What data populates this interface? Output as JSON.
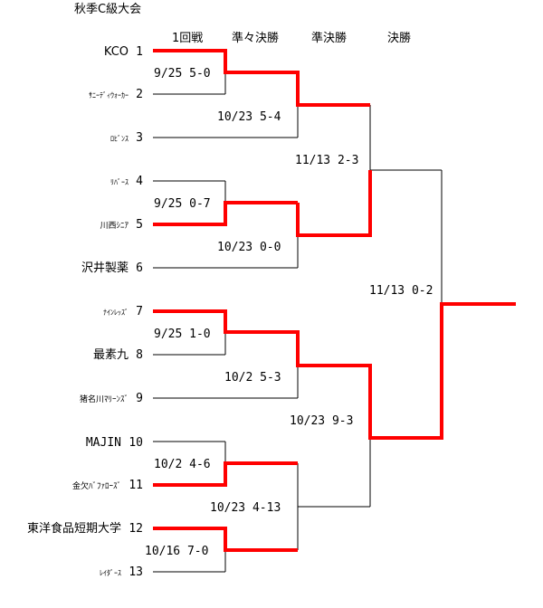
{
  "title": "秋季C級大会",
  "round_headers": [
    "1回戦",
    "準々決勝",
    "準決勝",
    "決勝"
  ],
  "teams": [
    {
      "seed": "1",
      "name": "KCO"
    },
    {
      "seed": "2",
      "name": "ｻﾆｰﾃﾞｨｳｫｰｶｰ"
    },
    {
      "seed": "3",
      "name": "ﾛﾋﾞﾝｽ"
    },
    {
      "seed": "4",
      "name": "ﾘﾊﾞｰｽ"
    },
    {
      "seed": "5",
      "name": "川西ｼﾆｱ"
    },
    {
      "seed": "6",
      "name": "沢井製薬"
    },
    {
      "seed": "7",
      "name": "ﾅｲﾝﾚｯｽﾞ"
    },
    {
      "seed": "8",
      "name": "最素九"
    },
    {
      "seed": "9",
      "name": "猪名川ﾏﾘｰﾝｽﾞ"
    },
    {
      "seed": "10",
      "name": "MAJIN"
    },
    {
      "seed": "11",
      "name": "金欠ﾊﾞﾌｧﾛｰｽﾞ"
    },
    {
      "seed": "12",
      "name": "東洋食品短期大学"
    },
    {
      "seed": "13",
      "name": "ﾚｲﾀﾞｰｽ"
    }
  ],
  "results": {
    "r1_1_2": "9/25  5-0",
    "qf_12_3": "10/23  5-4",
    "r1_4_5": "9/25  0-7",
    "qf_45_6": "10/23  0-0",
    "sf_top": "11/13 2-3",
    "final": "11/13 0-2",
    "r1_7_8": "9/25  1-0",
    "qf_78_9": "10/2  5-3",
    "sf_bottom": "10/23  9-3",
    "r1_10_11": "10/2  4-6",
    "qf_bottom": "10/23  4-13",
    "r1_12_13": "10/16  7-0"
  },
  "colors": {
    "winner_line": "#ff0000",
    "loser_line": "#000000",
    "background": "#ffffff"
  }
}
